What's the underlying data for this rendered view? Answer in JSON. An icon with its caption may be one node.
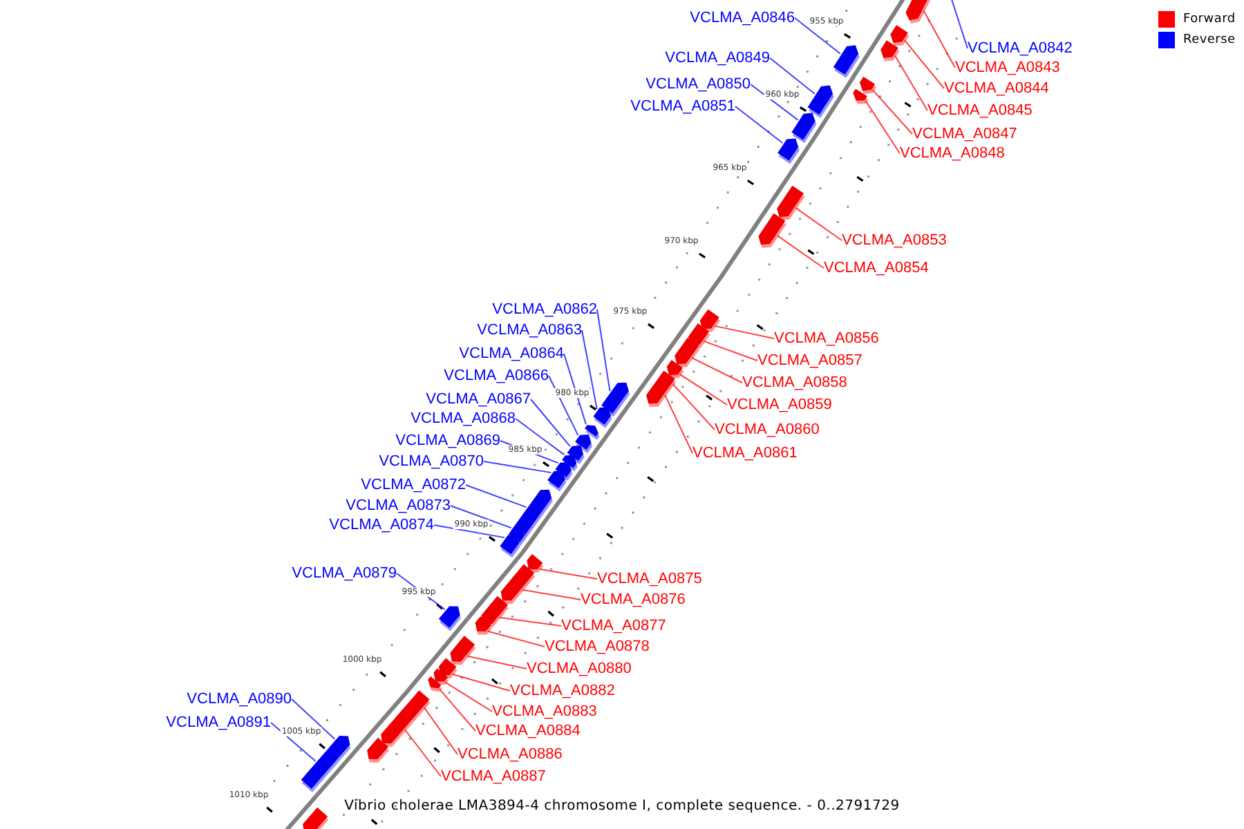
{
  "diagram": {
    "caption": "Vibrio cholerae LMA3894-4 chromosome I, complete sequence. - 0..2791729",
    "nodes": [
      {
        "text": [
          "VCLMA_A0842"
        ]
      },
      {
        "text": [
          "VCLMA_A0843"
        ]
      },
      {
        "text": [
          "VCLMA_A0844"
        ]
      },
      {
        "text": [
          "VCLMA_A0845"
        ]
      },
      {
        "text": [
          "VCLMA_A0846"
        ]
      },
      {
        "text": [
          "VCLMA_A0847"
        ]
      },
      {
        "text": [
          "VCLMA_A0848"
        ]
      },
      {
        "text": [
          "VCLMA_A0849"
        ]
      },
      {
        "text": [
          "VCLMA_A0850"
        ]
      },
      {
        "text": [
          "VCLMA_A0851"
        ]
      },
      {
        "text": [
          "VCLMA_A0853"
        ]
      },
      {
        "text": [
          "VCLMA_A0854"
        ]
      },
      {
        "text": [
          "VCLMA_A0856"
        ]
      },
      {
        "text": [
          "VCLMA_A0857"
        ]
      },
      {
        "text": [
          "VCLMA_A0858"
        ]
      },
      {
        "text": [
          "VCLMA_A0859"
        ]
      },
      {
        "text": [
          "VCLMA_A0860"
        ]
      },
      {
        "text": [
          "VCLMA_A0861"
        ]
      },
      {
        "text": [
          "VCLMA_A0862"
        ]
      },
      {
        "text": [
          "VCLMA_A0863"
        ]
      },
      {
        "text": [
          "VCLMA_A0864"
        ]
      },
      {
        "text": [
          "VCLMA_A0866"
        ]
      },
      {
        "text": [
          "VCLMA_A0867"
        ]
      },
      {
        "text": [
          "VCLMA_A0868"
        ]
      },
      {
        "text": [
          "VCLMA_A0869"
        ]
      },
      {
        "text": [
          "VCLMA_A0870"
        ]
      },
      {
        "text": [
          "VCLMA_A0872"
        ]
      },
      {
        "text": [
          "VCLMA_A0873"
        ]
      },
      {
        "text": [
          "VCLMA_A0874"
        ]
      },
      {
        "text": [
          "VCLMA_A0875"
        ]
      },
      {
        "text": [
          "VCLMA_A0876"
        ]
      },
      {
        "text": [
          "VCLMA_A0877"
        ]
      },
      {
        "text": [
          "VCLMA_A0878"
        ]
      },
      {
        "text": [
          "VCLMA_A0879"
        ]
      },
      {
        "text": [
          "VCLMA_A0880"
        ]
      },
      {
        "text": [
          "VCLMA_A0882"
        ]
      },
      {
        "text": [
          "VCLMA_A0883"
        ]
      },
      {
        "text": [
          "VCLMA_A0884"
        ]
      },
      {
        "text": [
          "VCLMA_A0886"
        ]
      },
      {
        "text": [
          "VCLMA_A0887"
        ]
      },
      {
        "text": [
          "VCLMA_A0890"
        ]
      },
      {
        "text": [
          "VCLMA_A0891"
        ]
      },
      {
        "text": [],
        "shape": "box"
      },
      {
        "text": [],
        "shape": "box"
      },
      {
        "text": [],
        "shape": "box"
      },
      {
        "text": [],
        "shape": "box"
      },
      {
        "text": [],
        "shape": "box"
      },
      {
        "text": [],
        "shape": "box"
      },
      {
        "text": [],
        "shape": "box"
      },
      {
        "text": [],
        "shape": "box"
      },
      {
        "text": [],
        "shape": "box"
      },
      {
        "text": [],
        "shape": "box"
      },
      {
        "text": [],
        "shape": "box"
      },
      {
        "text": [],
        "shape": "box"
      },
      {
        "text": [],
        "shape": "box"
      },
      {
        "text": [],
        "shape": "box"
      },
      {
        "text": [],
        "shape": "box"
      },
      {
        "text": [],
        "shape": "box"
      },
      {
        "text": [],
        "shape": "box"
      },
      {
        "text": [],
        "shape": "box"
      },
      {
        "text": [],
        "shape": "box"
      },
      {
        "text": [],
        "shape": "box"
      },
      {
        "text": [],
        "shape": "box"
      },
      {
        "text": [],
        "shape": "box"
      },
      {
        "text": [],
        "shape": "box"
      },
      {
        "text": [],
        "shape": "box"
      },
      {
        "text": [],
        "shape": "box"
      },
      {
        "text": [],
        "shape": "box"
      },
      {
        "text": [],
        "shape": "box"
      },
      {
        "text": [],
        "shape": "box"
      },
      {
        "text": [],
        "shape": "box"
      },
      {
        "text": [],
        "shape": "box"
      },
      {
        "text": [],
        "shape": "box"
      },
      {
        "text": [],
        "shape": "box"
      },
      {
        "text": [],
        "shape": "box"
      },
      {
        "text": [],
        "shape": "box"
      },
      {
        "text": [],
        "shape": "box"
      },
      {
        "text": [],
        "shape": "box"
      },
      {
        "text": [],
        "shape": "box"
      },
      {
        "text": [],
        "shape": "box"
      },
      {
        "text": [],
        "shape": "box"
      },
      {
        "text": [],
        "shape": "box"
      },
      {
        "text": [],
        "shape": "box"
      },
      {
        "text": [],
        "shape": "box"
      },
      {
        "text": [],
        "shape": "box"
      }
    ],
    "edges": [
      {
        "from": 0,
        "to": null,
        "arrow": "none",
        "color": "#0000ff"
      },
      {
        "from": 1,
        "to": 42,
        "arrow": "none",
        "color": "#ff0000"
      },
      {
        "from": 2,
        "to": 43,
        "arrow": "none",
        "color": "#ff0000"
      },
      {
        "from": 3,
        "to": 44,
        "arrow": "none",
        "color": "#ff0000"
      },
      {
        "from": 4,
        "to": 45,
        "arrow": "none",
        "color": "#0000ff"
      },
      {
        "from": 5,
        "to": 46,
        "arrow": "none",
        "color": "#ff0000"
      },
      {
        "from": 6,
        "to": 47,
        "arrow": "none",
        "color": "#ff0000"
      },
      {
        "from": 7,
        "to": 48,
        "arrow": "none",
        "color": "#0000ff"
      },
      {
        "from": 8,
        "to": 49,
        "arrow": "none",
        "color": "#0000ff"
      },
      {
        "from": 9,
        "to": 50,
        "arrow": "none",
        "color": "#0000ff"
      },
      {
        "from": 10,
        "to": 51,
        "arrow": "none",
        "color": "#ff0000"
      },
      {
        "from": 11,
        "to": 52,
        "arrow": "none",
        "color": "#ff0000"
      },
      {
        "from": 12,
        "to": 53,
        "arrow": "none",
        "color": "#ff0000"
      },
      {
        "from": 13,
        "to": 54,
        "arrow": "none",
        "color": "#ff0000"
      },
      {
        "from": 14,
        "to": 55,
        "arrow": "none",
        "color": "#ff0000"
      },
      {
        "from": 15,
        "to": 56,
        "arrow": "none",
        "color": "#ff0000"
      },
      {
        "from": 16,
        "to": 57,
        "arrow": "none",
        "color": "#ff0000"
      },
      {
        "from": 17,
        "to": 58,
        "arrow": "none",
        "color": "#ff0000"
      },
      {
        "from": 18,
        "to": 59,
        "arrow": "none",
        "color": "#0000ff"
      },
      {
        "from": 19,
        "to": 60,
        "arrow": "none",
        "color": "#0000ff"
      },
      {
        "from": 20,
        "to": 61,
        "arrow": "none",
        "color": "#0000ff"
      },
      {
        "from": 21,
        "to": 62,
        "arrow": "none",
        "color": "#0000ff"
      },
      {
        "from": 22,
        "to": 63,
        "arrow": "none",
        "color": "#0000ff"
      },
      {
        "from": 23,
        "to": 64,
        "arrow": "none",
        "color": "#0000ff"
      },
      {
        "from": 24,
        "to": 65,
        "arrow": "none",
        "color": "#0000ff"
      },
      {
        "from": 25,
        "to": 66,
        "arrow": "none",
        "color": "#0000ff"
      },
      {
        "from": 26,
        "to": 67,
        "arrow": "none",
        "color": "#0000ff"
      },
      {
        "from": 27,
        "to": 68,
        "arrow": "none",
        "color": "#0000ff"
      },
      {
        "from": 28,
        "to": 69,
        "arrow": "none",
        "color": "#0000ff"
      },
      {
        "from": 29,
        "to": 70,
        "arrow": "none",
        "color": "#ff0000"
      },
      {
        "from": 30,
        "to": 71,
        "arrow": "none",
        "color": "#ff0000"
      },
      {
        "from": 31,
        "to": 72,
        "arrow": "none",
        "color": "#ff0000"
      },
      {
        "from": 32,
        "to": 73,
        "arrow": "none",
        "color": "#ff0000"
      },
      {
        "from": 33,
        "to": 74,
        "arrow": "none",
        "color": "#0000ff"
      },
      {
        "from": 34,
        "to": 75,
        "arrow": "none",
        "color": "#ff0000"
      },
      {
        "from": 35,
        "to": 76,
        "arrow": "none",
        "color": "#ff0000"
      },
      {
        "from": 36,
        "to": 77,
        "arrow": "none",
        "color": "#ff0000"
      },
      {
        "from": 37,
        "to": 78,
        "arrow": "none",
        "color": "#ff0000"
      },
      {
        "from": 38,
        "to": 79,
        "arrow": "none",
        "color": "#ff0000"
      },
      {
        "from": 39,
        "to": 80,
        "arrow": "none",
        "color": "#ff0000"
      },
      {
        "from": 40,
        "to": 81,
        "arrow": "none",
        "color": "#0000ff"
      },
      {
        "from": 41,
        "to": 82,
        "arrow": "none",
        "color": "#0000ff"
      }
    ],
    "labels": [
      "955 kbp",
      "960 kbp",
      "965 kbp",
      "970 kbp",
      "975 kbp",
      "980 kbp",
      "985 kbp",
      "990 kbp",
      "995 kbp",
      "1000 kbp",
      "1005 kbp",
      "1010 kbp"
    ],
    "legend": [
      {
        "text": "Forward",
        "color": "#ff0000"
      },
      {
        "text": "Reverse",
        "color": "#0000ff"
      }
    ]
  }
}
